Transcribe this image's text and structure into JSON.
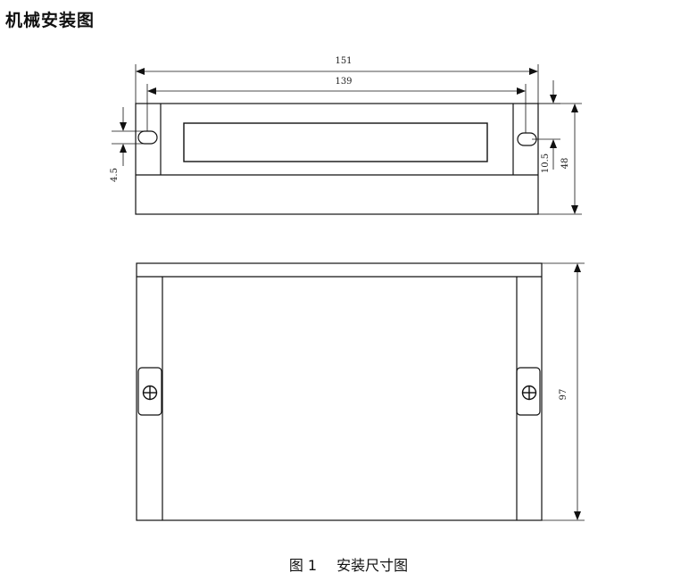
{
  "page": {
    "title": "机械安装图"
  },
  "top_view": {
    "dimensions": {
      "overall_width": "151",
      "hole_spacing": "139",
      "hole_offset_left": "4.5",
      "hole_offset_right": "10.5",
      "height": "48"
    }
  },
  "front_view": {
    "dimensions": {
      "length": "97"
    }
  },
  "caption": {
    "figure_number": "图 1",
    "text": "安装尺寸图"
  },
  "colors": {
    "line": "#111111",
    "background": "#ffffff"
  }
}
